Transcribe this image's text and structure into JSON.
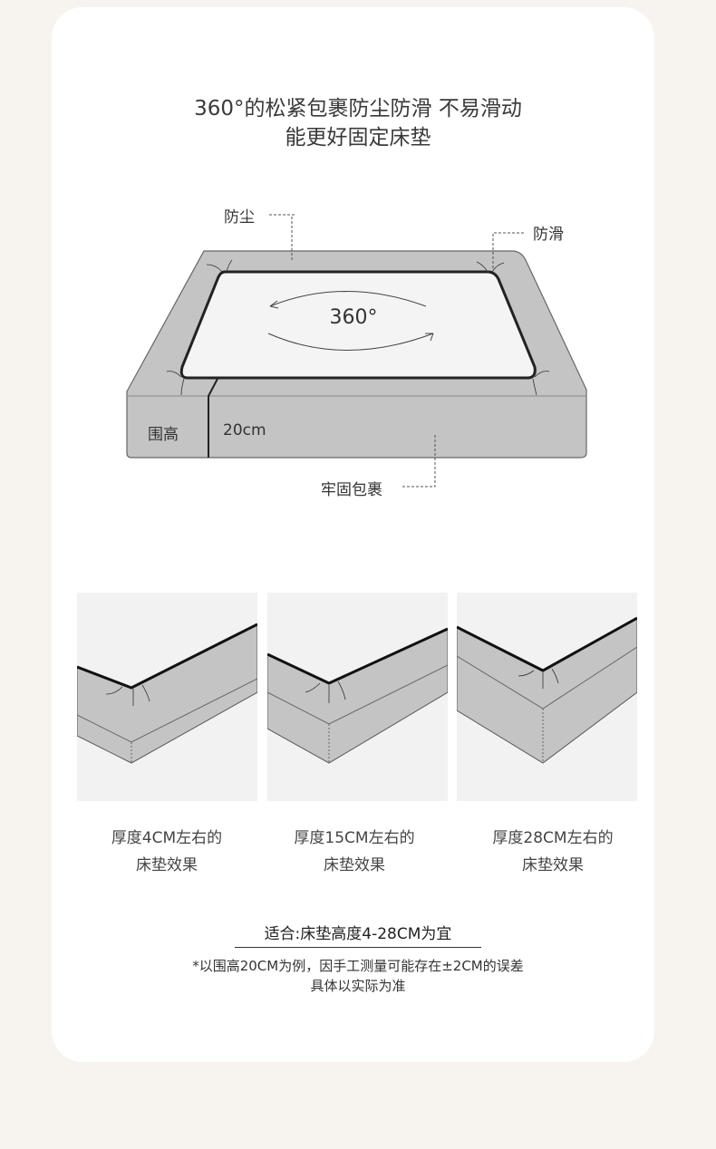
{
  "header": {
    "line1": "360°的松紧包裹防尘防滑 不易滑动",
    "line2": "能更好固定床垫"
  },
  "diagram": {
    "label_dust": "防尘",
    "label_antislip": "防滑",
    "rotation": "360°",
    "label_height": "围高",
    "height_value": "20cm",
    "label_wrap": "牢固包裹"
  },
  "panels": [
    {
      "line1": "厚度4CM左右的",
      "line2": "床垫效果"
    },
    {
      "line1": "厚度15CM左右的",
      "line2": "床垫效果"
    },
    {
      "line1": "厚度28CM左右的",
      "line2": "床垫效果"
    }
  ],
  "fit": "适合:床垫高度4-28CM为宜",
  "note": {
    "line1": "*以围高20CM为例，因手工测量可能存在±2CM的误差",
    "line2": "具体以实际为准"
  },
  "colors": {
    "fabric": "#c4c4c4",
    "sheet": "#f4f4f4",
    "bg": "#f7f4ef"
  }
}
